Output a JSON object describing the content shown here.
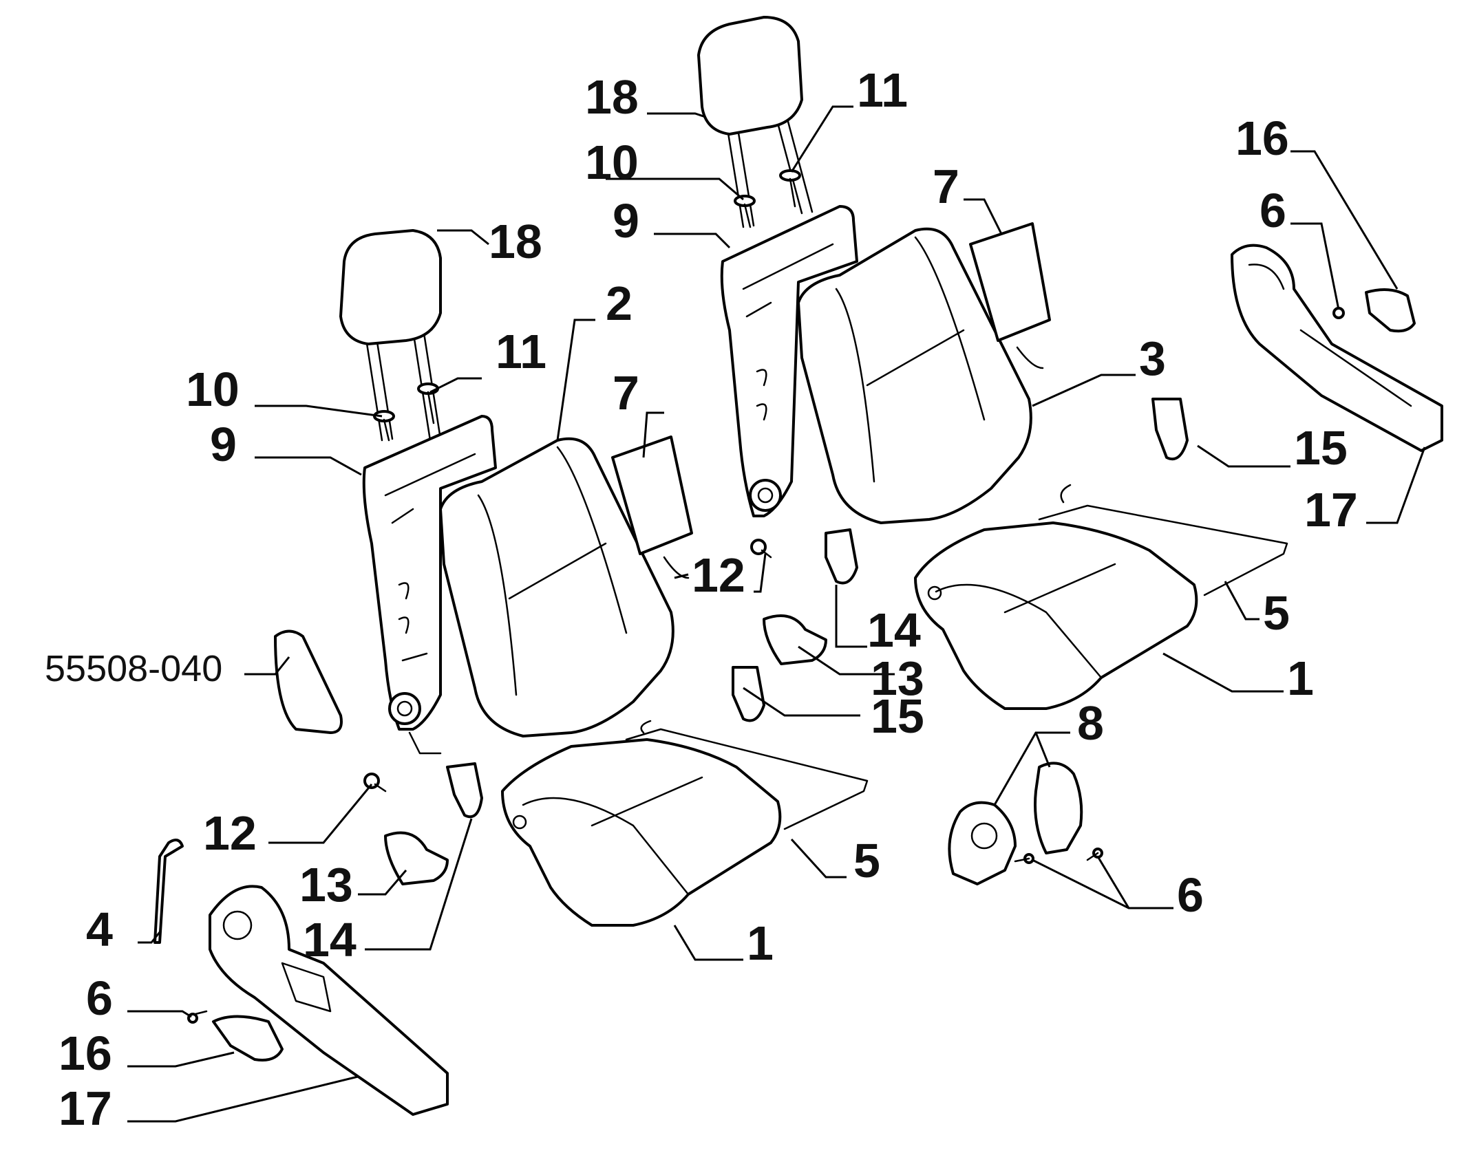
{
  "diagram": {
    "callouts": {
      "c1a": "1",
      "c1b": "1",
      "c2": "2",
      "c3": "3",
      "c4": "4",
      "c5a": "5",
      "c5b": "5",
      "c6a": "6",
      "c6b": "6",
      "c6c": "6",
      "c7a": "7",
      "c7b": "7",
      "c8": "8",
      "c9a": "9",
      "c9b": "9",
      "c10a": "10",
      "c10b": "10",
      "c11a": "11",
      "c11b": "11",
      "c12a": "12",
      "c12b": "12",
      "c13a": "13",
      "c13b": "13",
      "c14a": "14",
      "c14b": "14",
      "c15a": "15",
      "c15b": "15",
      "c16a": "16",
      "c16b": "16",
      "c17a": "17",
      "c17b": "17",
      "c18a": "18",
      "c18b": "18",
      "ref": "55508-040"
    }
  }
}
